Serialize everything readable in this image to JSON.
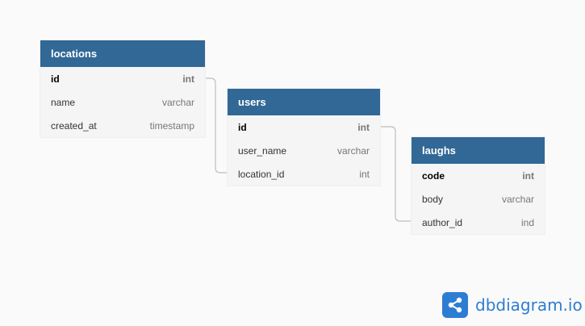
{
  "tables": {
    "locations": {
      "name": "locations",
      "fields": [
        {
          "name": "id",
          "type": "int",
          "pk": true
        },
        {
          "name": "name",
          "type": "varchar",
          "pk": false
        },
        {
          "name": "created_at",
          "type": "timestamp",
          "pk": false
        }
      ]
    },
    "users": {
      "name": "users",
      "fields": [
        {
          "name": "id",
          "type": "int",
          "pk": true
        },
        {
          "name": "user_name",
          "type": "varchar",
          "pk": false
        },
        {
          "name": "location_id",
          "type": "int",
          "pk": false
        }
      ]
    },
    "laughs": {
      "name": "laughs",
      "fields": [
        {
          "name": "code",
          "type": "int",
          "pk": true
        },
        {
          "name": "body",
          "type": "varchar",
          "pk": false
        },
        {
          "name": "author_id",
          "type": "ind",
          "pk": false
        }
      ]
    }
  },
  "relationships": [
    {
      "from": "locations.id",
      "to": "users.location_id"
    },
    {
      "from": "users.id",
      "to": "laughs.author_id"
    }
  ],
  "brand": {
    "text": "dbdiagram.io",
    "icon": "share-nodes-icon"
  },
  "colors": {
    "header": "#316896",
    "background": "#fafafb",
    "brand": "#2d7dd2",
    "connector": "#bdbdbd"
  }
}
